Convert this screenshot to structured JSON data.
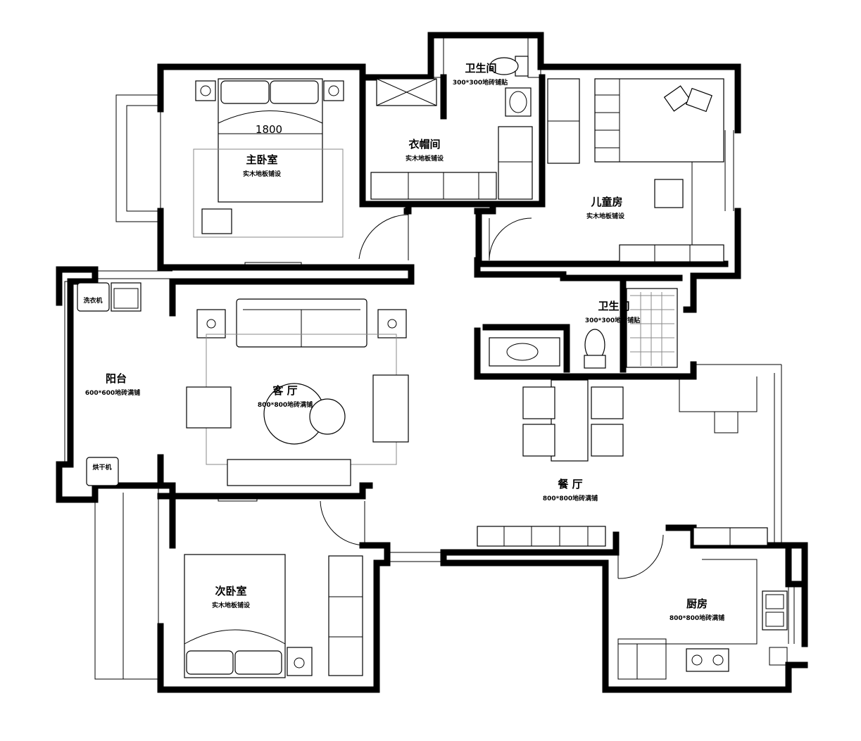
{
  "rooms": {
    "bath1": {
      "name": "卫生间",
      "floor": "300*300地砖铺贴"
    },
    "master": {
      "name": "主卧室",
      "floor": "实木地板铺设",
      "bed_width": "1800"
    },
    "closet": {
      "name": "衣帽间",
      "floor": "实木地板铺设"
    },
    "kids": {
      "name": "儿童房",
      "floor": "实木地板铺设"
    },
    "bath2": {
      "name": "卫生间",
      "floor": "300*300地砖铺贴"
    },
    "balcony": {
      "name": "阳台",
      "floor": "600*600地砖满铺",
      "washer": "洗衣机",
      "dryer": "烘干机"
    },
    "living": {
      "name": "客 厅",
      "floor": "800*800地砖满铺"
    },
    "dining": {
      "name": "餐 厅",
      "floor": "800*800地砖满铺"
    },
    "second": {
      "name": "次卧室",
      "floor": "实木地板铺设"
    },
    "kitchen": {
      "name": "厨房",
      "floor": "800*800地砖满铺"
    }
  }
}
